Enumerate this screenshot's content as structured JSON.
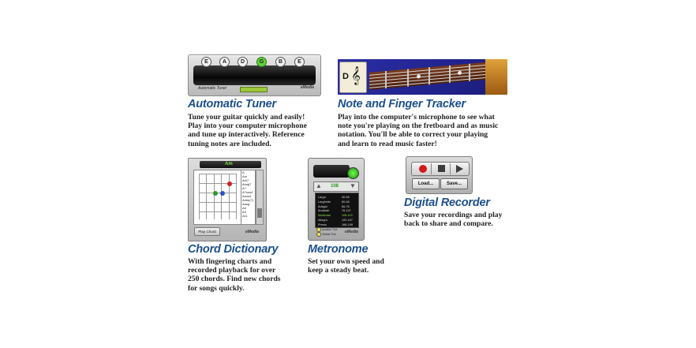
{
  "features": {
    "tuner": {
      "title": "Automatic Tuner",
      "description": "Tune your guitar quickly and easily! Play into your computer microphone and tune up interactively. Reference tuning notes are included.",
      "widget": {
        "notes": [
          "E",
          "A",
          "D",
          "G",
          "B",
          "E"
        ],
        "active_note": "G",
        "label": "Automatic Tuner",
        "brand": "eMedia"
      }
    },
    "tracker": {
      "title": "Note and Finger Tracker",
      "description": "Play into the computer's microphone to see what note you're playing on the fretboard and as music notation. You'll be able to correct your playing and learn to read music faster!",
      "widget": {
        "note": "D",
        "clef_icon": "treble-clef-icon"
      }
    },
    "chord": {
      "title": "Chord Dictionary",
      "description": "With fingering charts and recorded playback for over 250 chords. Find new chords for songs quickly.",
      "widget": {
        "chord_name": "Am",
        "chord_list": [
          "A",
          "Am",
          "Am7",
          "Amaj7",
          "A7",
          "A7sus4",
          "Asus4",
          "Adim(7)",
          "Aaug",
          "A6",
          "A9",
          "A11"
        ],
        "play_label": "Play Chord",
        "brand": "eMedia"
      }
    },
    "metronome": {
      "title": "Metronome",
      "description": "Set your own speed and keep a steady beat.",
      "widget": {
        "bpm": "108",
        "tempos": [
          {
            "name": "Largo",
            "range": "40-56"
          },
          {
            "name": "Larghetto",
            "range": "60-66"
          },
          {
            "name": "Adagio",
            "range": "66-76"
          },
          {
            "name": "Andante",
            "range": "76-107"
          },
          {
            "name": "Moderato",
            "range": "108-119"
          },
          {
            "name": "Allegro",
            "range": "120-167"
          },
          {
            "name": "Presto",
            "range": "168-199"
          }
        ],
        "selected_tempo": "Moderato",
        "audible_tick": "Audible Tick",
        "visible_tick": "Visible Tick",
        "brand": "eMedia"
      }
    },
    "recorder": {
      "title": "Digital Recorder",
      "description": "Save your recordings and play back to share and compare.",
      "widget": {
        "load_label": "Load...",
        "save_label": "Save..."
      }
    }
  },
  "colors": {
    "title": "#1c4f8a",
    "text": "#1f1f1f",
    "record_red": "#d31919",
    "green_led": "#5fd13a"
  }
}
